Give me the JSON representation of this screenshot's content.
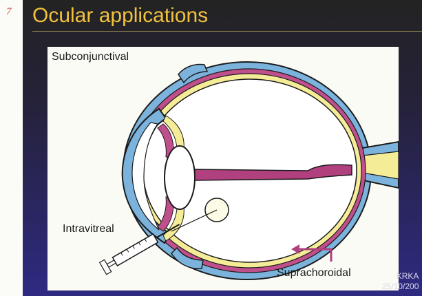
{
  "slide": {
    "number": "7",
    "title": "Ocular applications"
  },
  "figure": {
    "labels": {
      "subconjunctival": "Subconjunctival",
      "intravitreal": "Intravitreal",
      "suprachoroidal": "Suprachoroidal"
    }
  },
  "footer": {
    "author": "KRKA",
    "date": "25/10/200"
  },
  "colors": {
    "title": "#f2c23d",
    "background_top": "#232323",
    "background_bottom": "#2e2a82",
    "sclera": "#7bb3dc",
    "choroid": "#c0508c",
    "retina": "#f5ec98",
    "arrow": "#b0407e"
  }
}
